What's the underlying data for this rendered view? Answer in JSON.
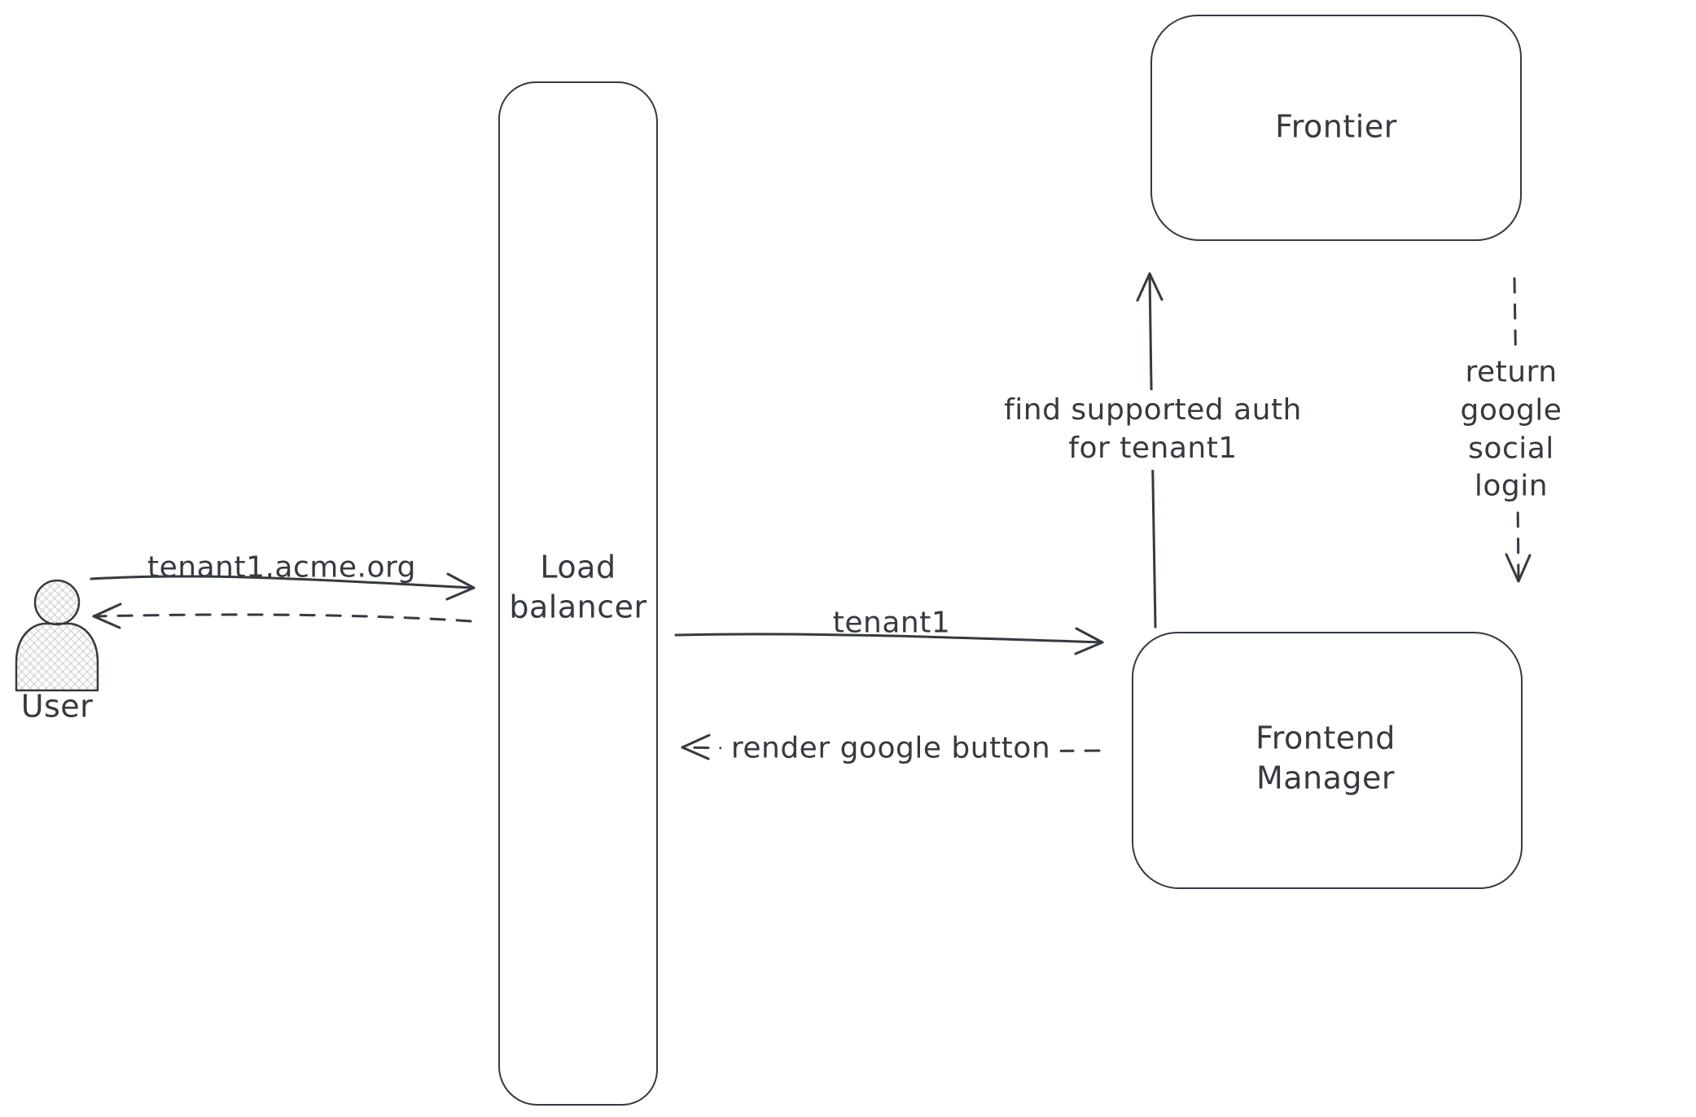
{
  "diagram": {
    "colors": {
      "stroke": "#343a40",
      "background": "#ffffff"
    },
    "nodes": {
      "user": {
        "label": "User",
        "shape": "person"
      },
      "load_balancer": {
        "label": "Load\nbalancer",
        "shape": "rounded-rectangle"
      },
      "frontier": {
        "label": "Frontier",
        "shape": "rounded-rectangle"
      },
      "frontend_manager": {
        "label": "Frontend\nManager",
        "shape": "rounded-rectangle"
      }
    },
    "edges": [
      {
        "from": "user",
        "to": "load_balancer",
        "style": "solid",
        "label": "tenant1.acme.org"
      },
      {
        "from": "load_balancer",
        "to": "user",
        "style": "dashed",
        "label": ""
      },
      {
        "from": "load_balancer",
        "to": "frontend_manager",
        "style": "solid",
        "label": "tenant1"
      },
      {
        "from": "frontend_manager",
        "to": "load_balancer",
        "style": "dashed",
        "label": "render google button"
      },
      {
        "from": "frontend_manager",
        "to": "frontier",
        "style": "solid",
        "label": "find supported auth\nfor tenant1"
      },
      {
        "from": "frontier",
        "to": "frontend_manager",
        "style": "dashed",
        "label": "return google social\nlogin"
      }
    ]
  }
}
